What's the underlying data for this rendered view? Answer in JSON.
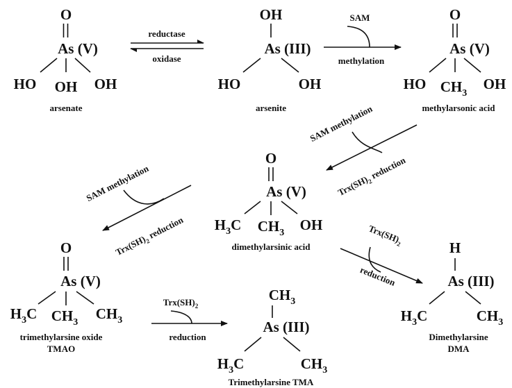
{
  "molecules": {
    "arsenate": {
      "top": "O",
      "center": "As (V)",
      "left": "HO",
      "bottom": "OH",
      "right": "OH",
      "name": "arsenate"
    },
    "arsenite": {
      "top": "OH",
      "center": "As (III)",
      "left": "HO",
      "right": "OH",
      "name": "arsenite"
    },
    "methylarsonic_acid": {
      "top": "O",
      "center": "As (V)",
      "left": "HO",
      "bottom_main": "CH",
      "bottom_sub": "3",
      "right": "OH",
      "name": "methylarsonic acid"
    },
    "dimethylarsinic_acid": {
      "top": "O",
      "center": "As (V)",
      "left_main": "H",
      "left_sub": "3",
      "left_tail": "C",
      "bottom_main": "CH",
      "bottom_sub": "3",
      "right": "OH",
      "name": "dimethylarsinic acid"
    },
    "tmao": {
      "top": "O",
      "center": "As (V)",
      "left_main": "H",
      "left_sub": "3",
      "left_tail": "C",
      "bottom_main": "CH",
      "bottom_sub": "3",
      "right_main": "CH",
      "right_sub": "3",
      "name_line1": "trimethylarsine oxide",
      "name_line2": "TMAO"
    },
    "tma": {
      "top_main": "CH",
      "top_sub": "3",
      "center": "As (III)",
      "left_main": "H",
      "left_sub": "3",
      "left_tail": "C",
      "right_main": "CH",
      "right_sub": "3",
      "name": "Trimethylarsine TMA"
    },
    "dma": {
      "top": "H",
      "center": "As (III)",
      "left_main": "H",
      "left_sub": "3",
      "left_tail": "C",
      "right_main": "CH",
      "right_sub": "3",
      "name_line1": "Dimethylarsine",
      "name_line2": "DMA"
    }
  },
  "arrows": {
    "reductase": "reductase",
    "oxidase": "oxidase",
    "sam_1": "SAM",
    "methylation_1": "methylation",
    "sam_methylation_2": "SAM methylation",
    "trx_reduction_2_main": "Trx(SH)",
    "trx_reduction_2_sub": "2",
    "trx_reduction_2_tail": " reduction",
    "sam_methylation_3": "SAM methylation",
    "trx_reduction_3_main": "Trx(SH)",
    "trx_reduction_3_sub": "2",
    "trx_reduction_3_tail": " reduction",
    "trx_4_main": "Trx(SH)",
    "trx_4_sub": "2",
    "reduction_4": "reduction",
    "trx_5_main": "Trx(SH)",
    "trx_5_sub": "2",
    "reduction_5": "reduction"
  }
}
